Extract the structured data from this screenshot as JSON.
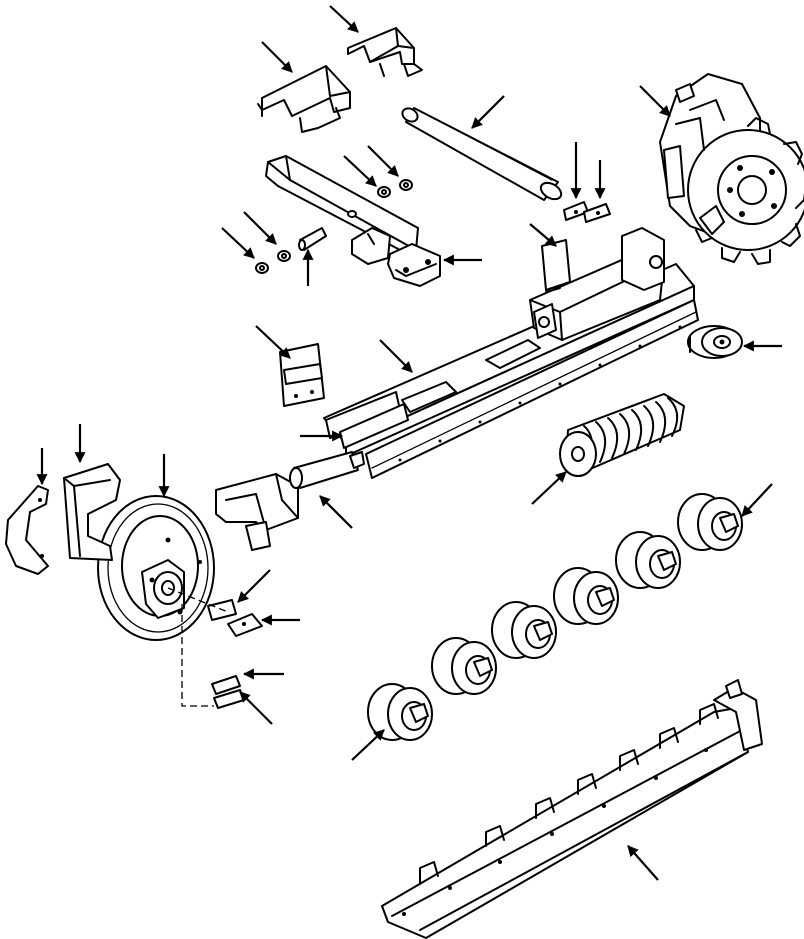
{
  "diagram": {
    "title": "",
    "parts": [
      {
        "key": "shield_top",
        "name": "shield-right-icon"
      },
      {
        "key": "shield_left",
        "name": "shield-left-icon"
      },
      {
        "key": "shaft",
        "name": "pivot-shaft-icon"
      },
      {
        "key": "sprocket",
        "name": "drive-sprocket-icon"
      },
      {
        "key": "frame_arm",
        "name": "frame-arm-icon"
      },
      {
        "key": "clips",
        "name": "clip-plates-icon"
      },
      {
        "key": "main_frame",
        "name": "track-frame-icon"
      },
      {
        "key": "carrier_roller",
        "name": "carrier-roller-icon"
      },
      {
        "key": "plate",
        "name": "guide-plate-icon"
      },
      {
        "key": "recoil_spring",
        "name": "recoil-spring-icon"
      },
      {
        "key": "yoke",
        "name": "idler-yoke-icon"
      },
      {
        "key": "idler",
        "name": "front-idler-icon"
      },
      {
        "key": "guards",
        "name": "idler-guards-icon"
      },
      {
        "key": "track_rollers",
        "name": "track-rollers-icon"
      },
      {
        "key": "rock_guard",
        "name": "rock-guard-icon"
      }
    ],
    "colors": {
      "ink": "#000000",
      "paper": "#ffffff"
    }
  }
}
